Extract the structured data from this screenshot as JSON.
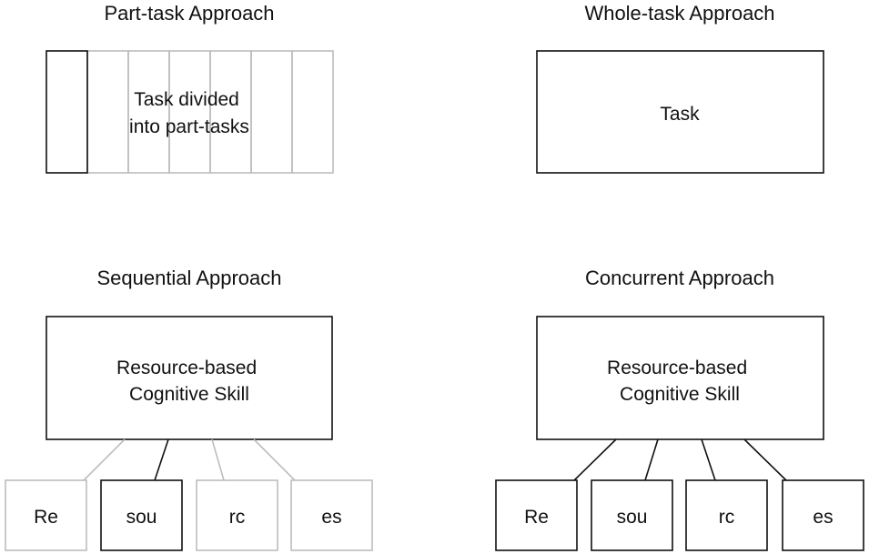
{
  "colors": {
    "line": "#111111",
    "faded": "#bdbdbd",
    "text": "#111111",
    "background": "#ffffff"
  },
  "panels": {
    "part_task": {
      "title": "Part-task Approach",
      "box_lines": [
        "Task divided",
        "into part-tasks"
      ],
      "segments": 7,
      "highlighted_segment": 1
    },
    "whole_task": {
      "title": "Whole-task Approach",
      "box_label": "Task"
    },
    "sequential": {
      "title": "Sequential Approach",
      "box_lines": [
        "Resource-based",
        "Cognitive Skill"
      ],
      "children": [
        {
          "label": "Re",
          "active": false
        },
        {
          "label": "sou",
          "active": true
        },
        {
          "label": "rc",
          "active": false
        },
        {
          "label": "es",
          "active": false
        }
      ]
    },
    "concurrent": {
      "title": "Concurrent Approach",
      "box_lines": [
        "Resource-based",
        "Cognitive Skill"
      ],
      "children": [
        {
          "label": "Re",
          "active": true
        },
        {
          "label": "sou",
          "active": true
        },
        {
          "label": "rc",
          "active": true
        },
        {
          "label": "es",
          "active": true
        }
      ]
    }
  }
}
